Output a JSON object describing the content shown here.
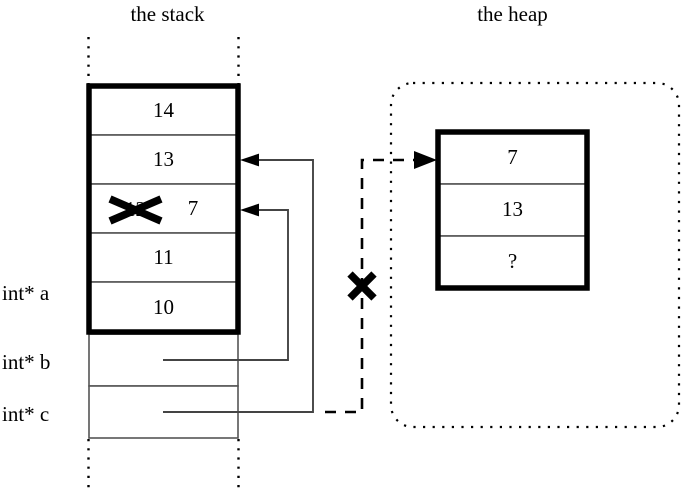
{
  "diagram": {
    "stack_title": "the stack",
    "heap_title": "the heap"
  },
  "stack": {
    "frame_cells": [
      {
        "value": "14"
      },
      {
        "value": "13"
      },
      {
        "value": "12",
        "crossed_out": true,
        "replacement": "7"
      },
      {
        "value": "11"
      },
      {
        "value": "10"
      }
    ],
    "pointer_rows": [
      {
        "label": "int* a"
      },
      {
        "label": "int* b"
      },
      {
        "label": "int* c"
      }
    ]
  },
  "heap": {
    "cells": [
      {
        "value": "7"
      },
      {
        "value": "13"
      },
      {
        "value": "?"
      }
    ]
  },
  "annotations": {
    "crossed_value_mark": "x-strikethrough",
    "broken_pointer_mark": "x-cross",
    "broken_pointer_style": "dashed"
  },
  "colors": {
    "ink": "#000000",
    "background": "#ffffff",
    "thin_rule": "#555555",
    "region_outline": "#000000"
  }
}
